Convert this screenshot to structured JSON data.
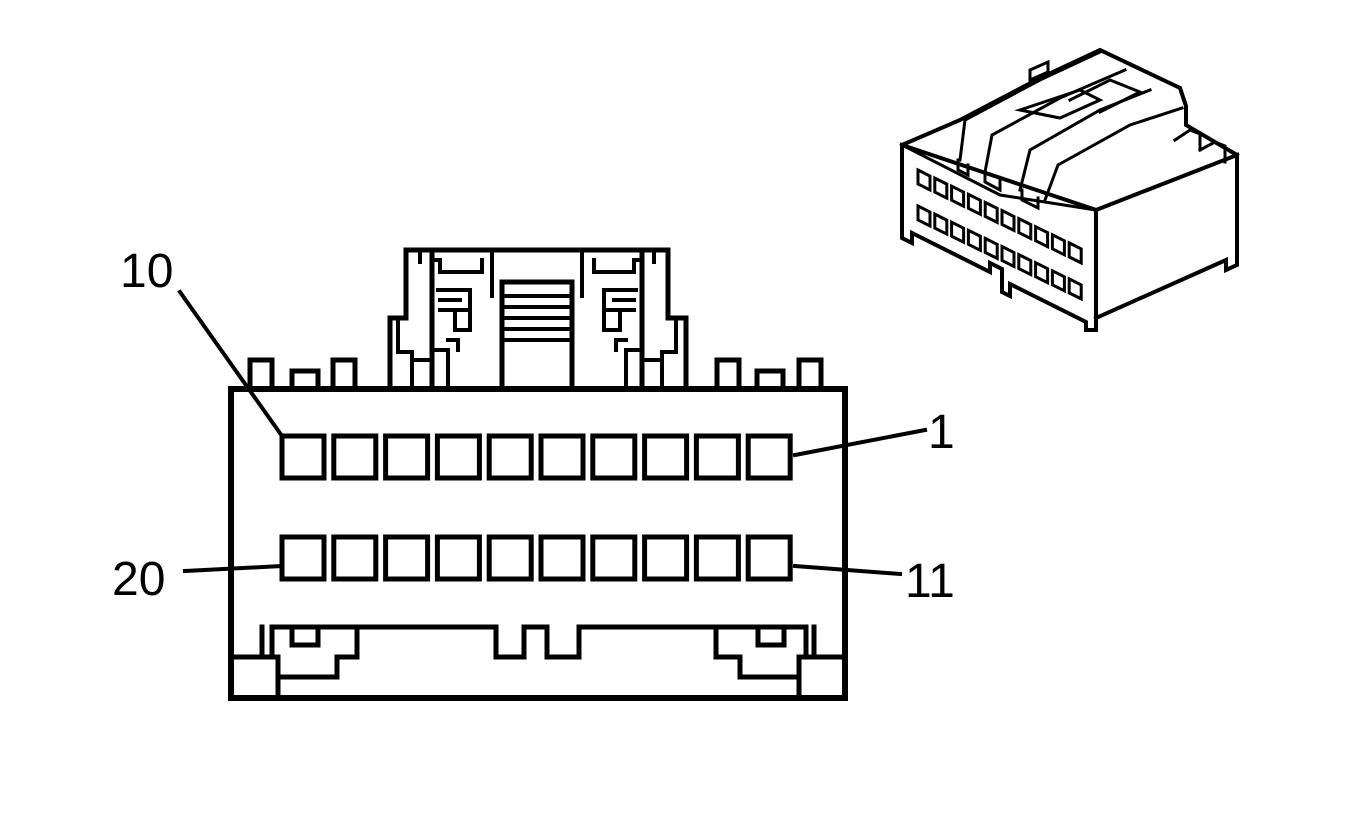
{
  "diagram": {
    "pin_labels": {
      "top_left": "10",
      "top_right": "1",
      "bottom_left": "20",
      "bottom_right": "11"
    },
    "rows": [
      {
        "name": "top",
        "count": 10
      },
      {
        "name": "bottom",
        "count": 10
      }
    ]
  },
  "colors": {
    "line": "#000000",
    "background": "#ffffff"
  }
}
